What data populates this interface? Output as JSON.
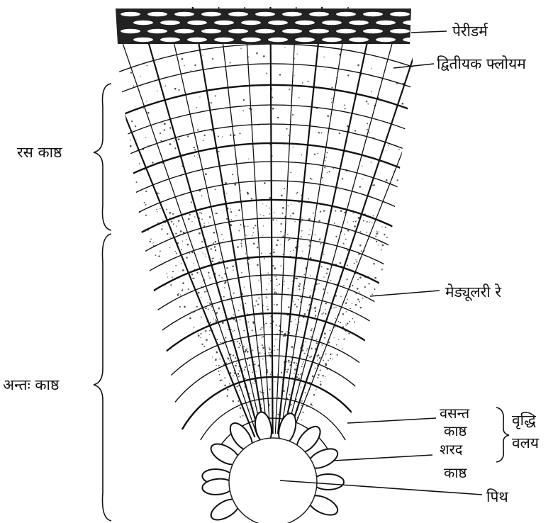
{
  "labels": {
    "periderm": "पेरीडर्म",
    "secondary_phloem": "द्वितीयक फ्लोयम",
    "sapwood": "रस काष्ठ",
    "heartwood": "अन्तः काष्ठ",
    "medullary_ray": "मेड्यूलरी रे",
    "spring_wood_1": "वसन्त",
    "spring_wood_2": "काष्ठ",
    "autumn": "शरद",
    "autumn_wood": "काष्ठ",
    "growth_ring_1": "वृद्धि",
    "growth_ring_2": "वलय",
    "pith": "पिथ"
  },
  "colors": {
    "ink": "#111111",
    "stipple": "#555555"
  }
}
